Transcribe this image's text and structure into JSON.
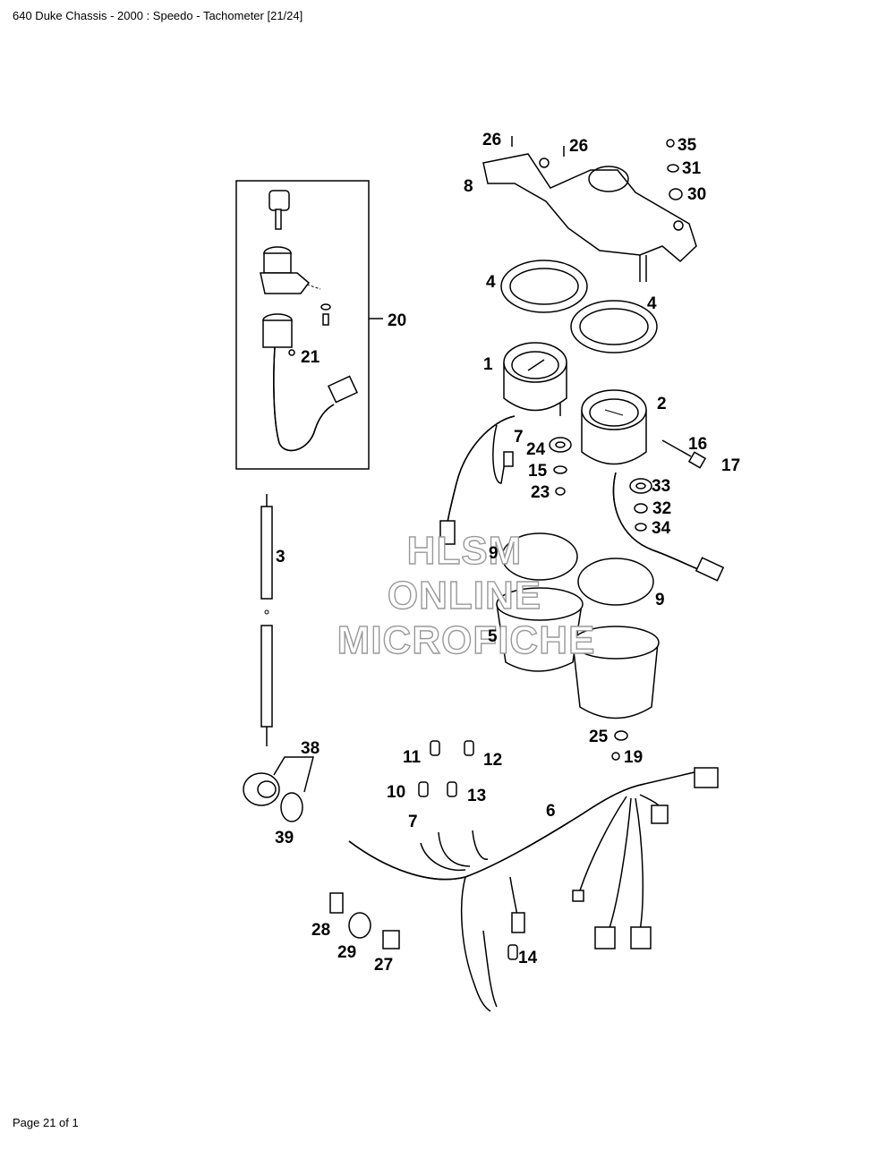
{
  "header": {
    "title": "640 Duke Chassis - 2000 : Speedo - Tachometer [21/24]"
  },
  "footer": {
    "page": "Page 21 of 1"
  },
  "watermark": {
    "line1": "HLSM",
    "line2": "ONLINE",
    "line3": "MICROFICHE"
  },
  "callouts": {
    "p1": "1",
    "p2": "2",
    "p3": "3",
    "p4a": "4",
    "p4b": "4",
    "p5": "5",
    "p6": "6",
    "p7": "7",
    "p8": "8",
    "p9a": "9",
    "p9b": "9",
    "p10": "10",
    "p11": "11",
    "p12": "12",
    "p13": "13",
    "p14": "14",
    "p15": "15",
    "p16": "16",
    "p17": "17",
    "p19": "19",
    "p20": "20",
    "p21": "21",
    "p23": "23",
    "p24": "24",
    "p25": "25",
    "p26a": "26",
    "p26b": "26",
    "p27": "27",
    "p28": "28",
    "p29": "29",
    "p30": "30",
    "p31": "31",
    "p32": "32",
    "p33": "33",
    "p34": "34",
    "p35": "35",
    "p38": "38",
    "p39": "39"
  }
}
